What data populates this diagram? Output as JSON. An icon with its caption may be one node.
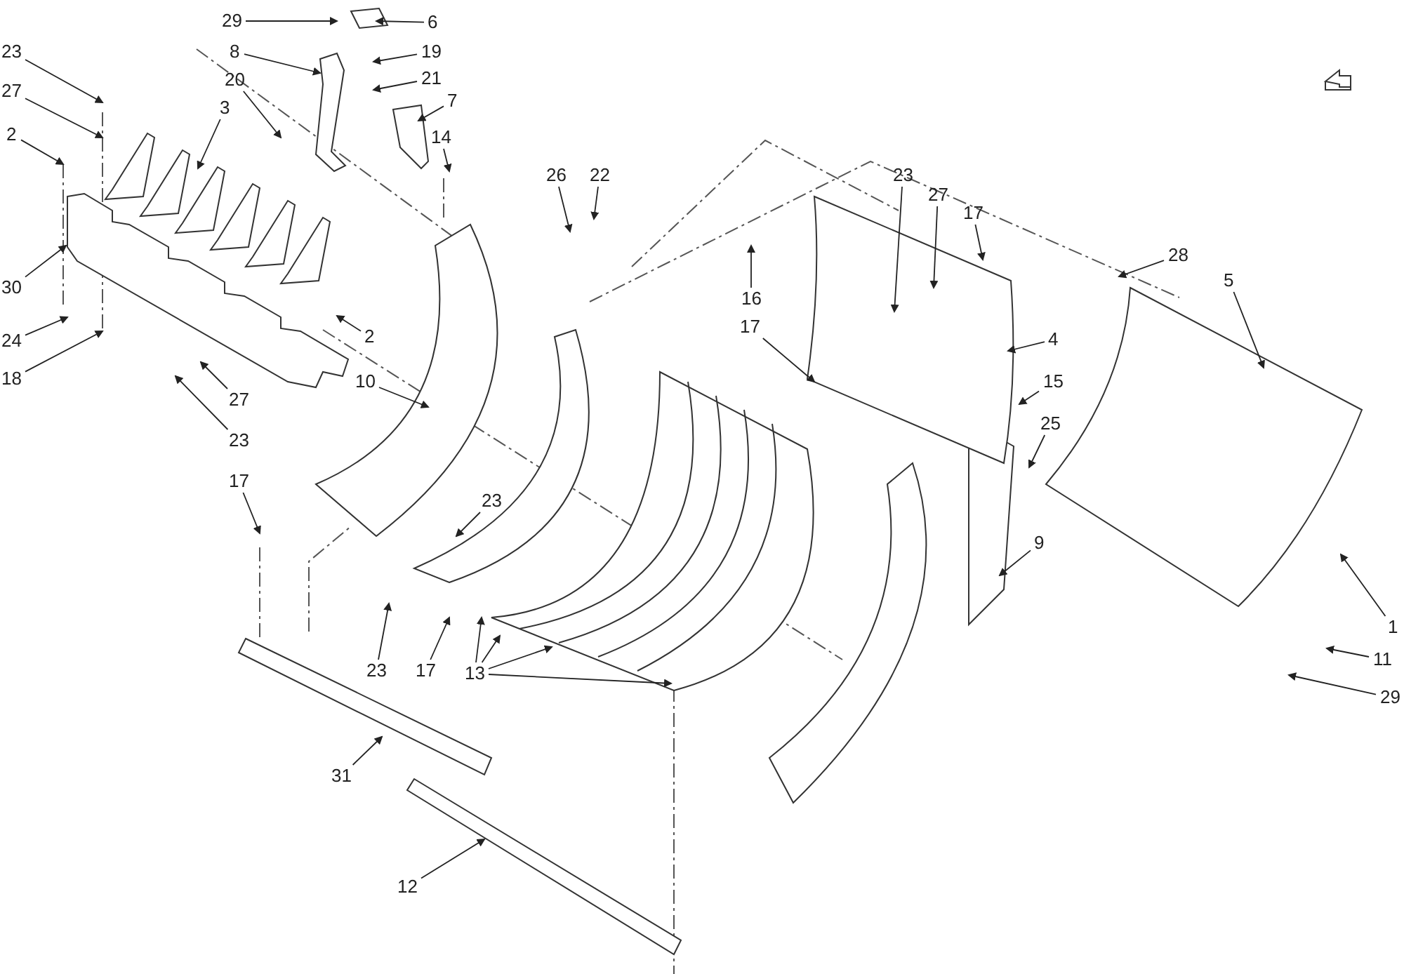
{
  "diagram": {
    "nodes": [
      {
        "text": [
          "29"
        ]
      },
      {
        "text": [
          "6"
        ]
      },
      {
        "text": [
          "8"
        ]
      },
      {
        "text": [
          "19"
        ]
      },
      {
        "text": [
          "23"
        ]
      },
      {
        "text": [
          "20"
        ]
      },
      {
        "text": [
          "21"
        ]
      },
      {
        "text": [
          "27"
        ]
      },
      {
        "text": [
          "3"
        ]
      },
      {
        "text": [
          "7"
        ]
      },
      {
        "text": [
          "2"
        ]
      },
      {
        "text": [
          "14"
        ]
      },
      {
        "text": [
          "26"
        ]
      },
      {
        "text": [
          "22"
        ]
      },
      {
        "text": [
          "23"
        ]
      },
      {
        "text": [
          "27"
        ]
      },
      {
        "text": [
          "17"
        ]
      },
      {
        "text": [
          "28"
        ]
      },
      {
        "text": [
          "5"
        ]
      },
      {
        "text": [
          "30"
        ]
      },
      {
        "text": [
          "16"
        ]
      },
      {
        "text": [
          "24"
        ]
      },
      {
        "text": [
          "2"
        ]
      },
      {
        "text": [
          "18"
        ]
      },
      {
        "text": [
          "17"
        ]
      },
      {
        "text": [
          "4"
        ]
      },
      {
        "text": [
          "10"
        ]
      },
      {
        "text": [
          "15"
        ]
      },
      {
        "text": [
          "27"
        ]
      },
      {
        "text": [
          "25"
        ]
      },
      {
        "text": [
          "23"
        ]
      },
      {
        "text": [
          "17"
        ]
      },
      {
        "text": [
          "23"
        ]
      },
      {
        "text": [
          "9"
        ]
      },
      {
        "text": [
          "1"
        ]
      },
      {
        "text": [
          "23"
        ]
      },
      {
        "text": [
          "17"
        ]
      },
      {
        "text": [
          "13"
        ]
      },
      {
        "text": [
          "11"
        ]
      },
      {
        "text": [
          "29"
        ]
      },
      {
        "text": [
          "31"
        ]
      },
      {
        "text": [
          "12"
        ]
      }
    ],
    "edges": [
      {
        "from": 0,
        "to": null,
        "arrow": "to"
      },
      {
        "from": 1,
        "to": null,
        "arrow": "to"
      },
      {
        "from": 2,
        "to": null,
        "arrow": "to"
      },
      {
        "from": 3,
        "to": null,
        "arrow": "to"
      },
      {
        "from": 4,
        "to": null,
        "arrow": "to"
      },
      {
        "from": 5,
        "to": null,
        "arrow": "to"
      },
      {
        "from": 6,
        "to": null,
        "arrow": "to"
      },
      {
        "from": 7,
        "to": null,
        "arrow": "to"
      },
      {
        "from": 8,
        "to": null,
        "arrow": "to"
      },
      {
        "from": 9,
        "to": null,
        "arrow": "to"
      },
      {
        "from": 10,
        "to": null,
        "arrow": "to"
      },
      {
        "from": 11,
        "to": null,
        "arrow": "to"
      },
      {
        "from": 12,
        "to": null,
        "arrow": "to"
      },
      {
        "from": 13,
        "to": null,
        "arrow": "to"
      },
      {
        "from": 14,
        "to": null,
        "arrow": "to"
      },
      {
        "from": 15,
        "to": null,
        "arrow": "to"
      },
      {
        "from": 16,
        "to": null,
        "arrow": "to"
      },
      {
        "from": 17,
        "to": null,
        "arrow": "to"
      },
      {
        "from": 18,
        "to": null,
        "arrow": "to"
      },
      {
        "from": 19,
        "to": null,
        "arrow": "to"
      },
      {
        "from": 20,
        "to": null,
        "arrow": "to"
      },
      {
        "from": 21,
        "to": null,
        "arrow": "to"
      },
      {
        "from": 22,
        "to": null,
        "arrow": "to"
      },
      {
        "from": 23,
        "to": null,
        "arrow": "to"
      },
      {
        "from": 24,
        "to": null,
        "arrow": "to"
      },
      {
        "from": 25,
        "to": null,
        "arrow": "to"
      },
      {
        "from": 26,
        "to": null,
        "arrow": "to"
      },
      {
        "from": 27,
        "to": null,
        "arrow": "to"
      },
      {
        "from": 28,
        "to": null,
        "arrow": "to"
      },
      {
        "from": 29,
        "to": null,
        "arrow": "to"
      },
      {
        "from": 30,
        "to": null,
        "arrow": "to"
      },
      {
        "from": 31,
        "to": null,
        "arrow": "to"
      },
      {
        "from": 32,
        "to": null,
        "arrow": "to"
      },
      {
        "from": 33,
        "to": null,
        "arrow": "to"
      },
      {
        "from": 34,
        "to": null,
        "arrow": "to"
      },
      {
        "from": 35,
        "to": null,
        "arrow": "to"
      },
      {
        "from": 36,
        "to": null,
        "arrow": "to"
      },
      {
        "from": 37,
        "to": null,
        "arrow": "to"
      },
      {
        "from": 37,
        "to": null,
        "arrow": "to"
      },
      {
        "from": 37,
        "to": null,
        "arrow": "to"
      },
      {
        "from": 37,
        "to": null,
        "arrow": "to"
      },
      {
        "from": 38,
        "to": null,
        "arrow": "to"
      },
      {
        "from": 39,
        "to": null,
        "arrow": "to"
      },
      {
        "from": 40,
        "to": null,
        "arrow": "to"
      },
      {
        "from": 41,
        "to": null,
        "arrow": "to"
      }
    ]
  }
}
